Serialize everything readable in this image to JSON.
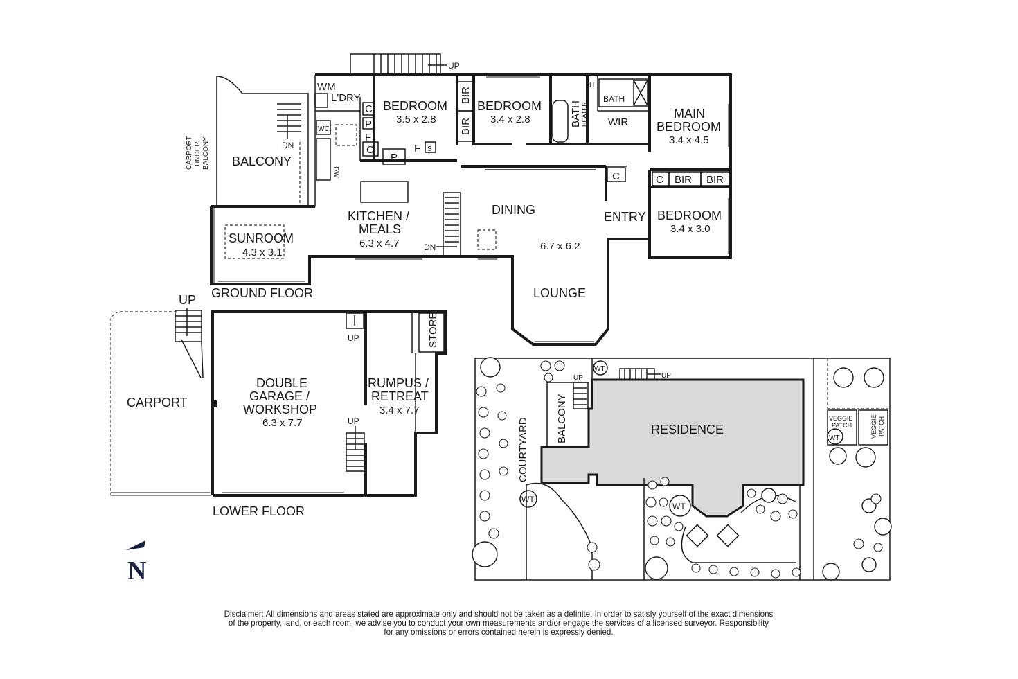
{
  "ground_floor": {
    "caption": "GROUND FLOOR",
    "rooms": {
      "bedroom1": {
        "name": "BEDROOM",
        "dims": "3.5 x 2.8"
      },
      "bedroom2": {
        "name": "BEDROOM",
        "dims": "3.4 x 2.8"
      },
      "main_bedroom_l1": "MAIN",
      "main_bedroom_l2": "BEDROOM",
      "main_bedroom_dims": "3.4 x 4.5",
      "bedroom4": {
        "name": "BEDROOM",
        "dims": "3.4 x 3.0"
      },
      "kitchen_l1": "KITCHEN /",
      "kitchen_l2": "MEALS",
      "kitchen_dims": "6.3 x 4.7",
      "sunroom": {
        "name": "SUNROOM",
        "dims": "4.3 x 3.1"
      },
      "balcony": "BALCONY",
      "dining": "DINING",
      "lounge": "LOUNGE",
      "lounge_dims": "6.7 x 6.2",
      "entry": "ENTRY",
      "laundry": "L'DRY",
      "bath": "BATH",
      "bath2": "BATH",
      "wir": "WIR",
      "heater": "HEATER"
    },
    "fixtures": {
      "wm": "WM",
      "wc": "WC",
      "dw": "DW",
      "c": "C",
      "p": "P",
      "f": "F",
      "s": "S",
      "h": "H",
      "bir": "BIR"
    },
    "carport_note_l1": "CARPORT",
    "carport_note_l2": "UNDER",
    "carport_note_l3": "BALCONY",
    "up": "UP",
    "dn": "DN"
  },
  "lower_floor": {
    "caption": "LOWER FLOOR",
    "carport": "CARPORT",
    "garage_l1": "DOUBLE",
    "garage_l2": "GARAGE /",
    "garage_l3": "WORKSHOP",
    "garage_dims": "6.3 x 7.7",
    "rumpus_l1": "RUMPUS /",
    "rumpus_l2": "RETREAT",
    "rumpus_dims": "3.4 x 7.7",
    "store": "STORE",
    "up": "UP"
  },
  "site": {
    "residence": "RESIDENCE",
    "balcony": "BALCONY",
    "courtyard": "COURTYARD",
    "wt": "WT",
    "veggie": "VEGGIE",
    "patch": "PATCH",
    "up": "UP"
  },
  "north": "N",
  "disclaimer_l1": "Disclaimer: All dimensions and areas stated are approximate only and should not be taken as a definite. In order to satisfy yourself of the exact dimensions",
  "disclaimer_l2": "of the property, land, or each room, we advise you to conduct your own measurements and/or engage the services of a licensed surveyor. Responsibility",
  "disclaimer_l3": "for any omissions or errors contained herein is expressly denied."
}
